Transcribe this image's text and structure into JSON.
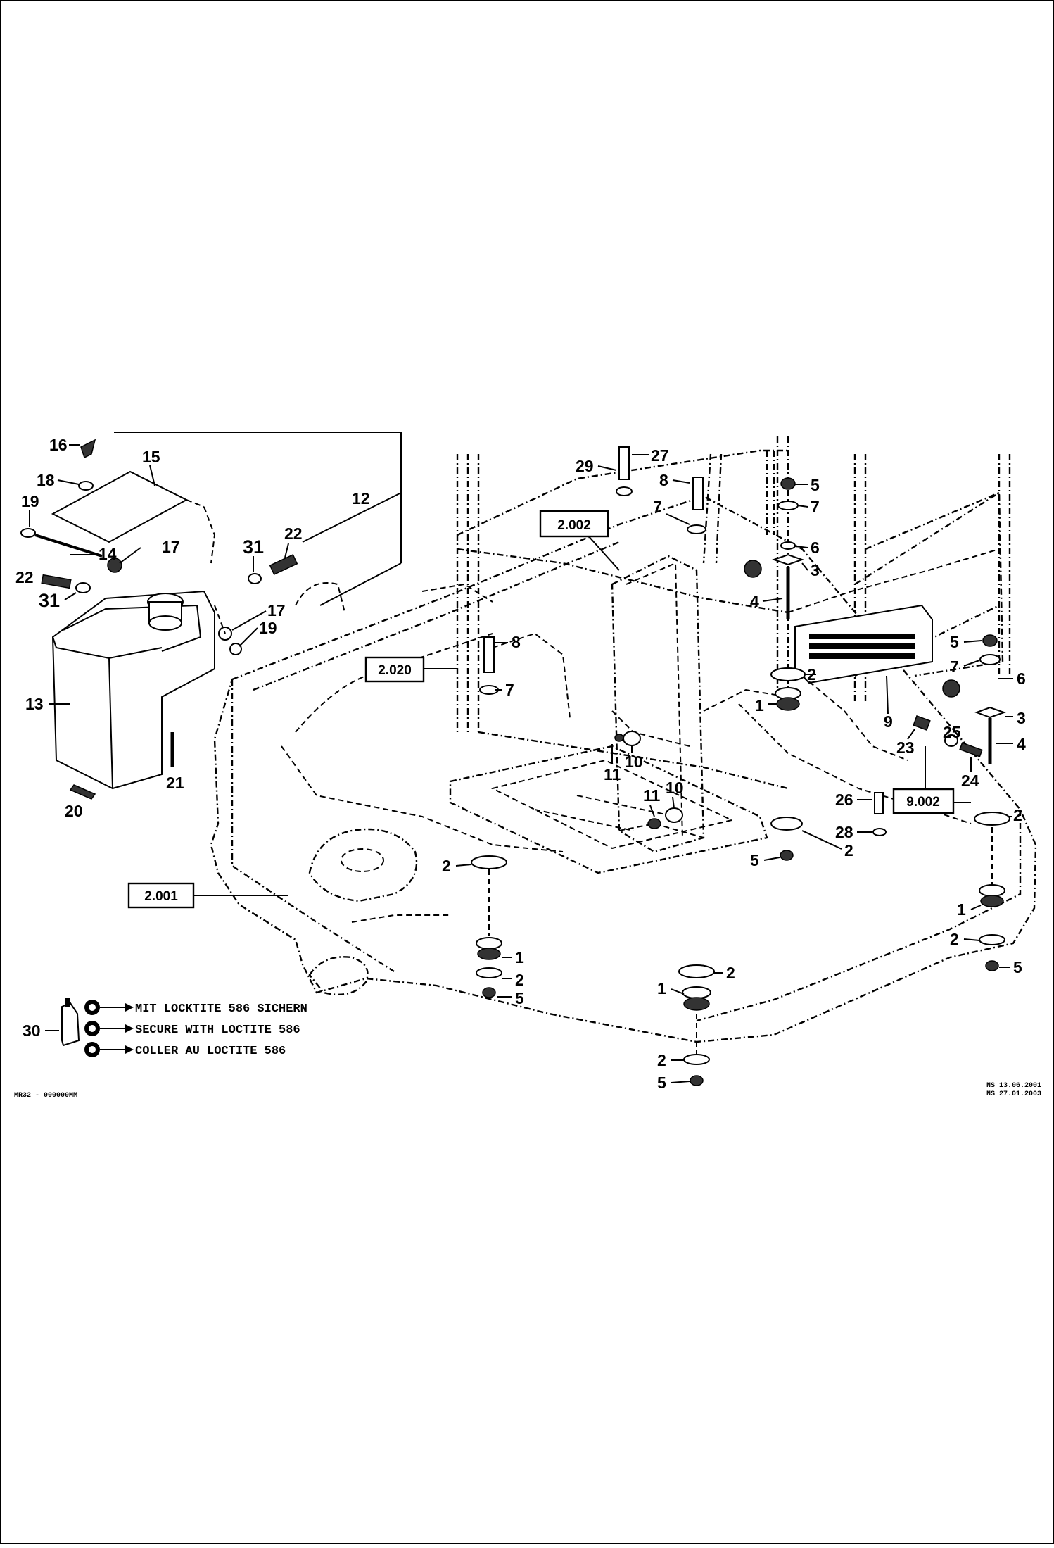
{
  "drawing_id": "MR32 - 000000MM",
  "revision_dates": [
    "NS 13.06.2001",
    "NS 27.01.2003"
  ],
  "reference_boxes": [
    "2.002",
    "2.020",
    "2.001",
    "9.002"
  ],
  "part_numbers": [
    "1",
    "2",
    "3",
    "4",
    "5",
    "6",
    "7",
    "8",
    "9",
    "10",
    "11",
    "12",
    "13",
    "14",
    "15",
    "16",
    "17",
    "18",
    "19",
    "20",
    "21",
    "22",
    "23",
    "24",
    "25",
    "26",
    "27",
    "28",
    "29",
    "30",
    "31"
  ],
  "legend": {
    "item": "30",
    "lines": [
      "MIT LOCKTITE 586 SICHERN",
      "SECURE WITH LOCTITE 586",
      "COLLER AU LOCTITE 586"
    ]
  }
}
